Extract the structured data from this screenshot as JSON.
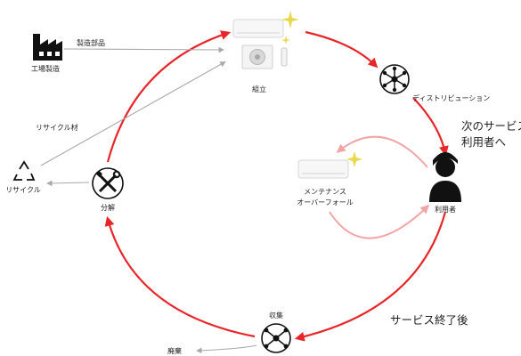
{
  "nodes": {
    "factory": {
      "label": "工場製造",
      "icon": "factory-icon"
    },
    "assembly": {
      "label": "組立",
      "icon": "air-conditioner-icon"
    },
    "distribution": {
      "label": "ディストリビューション",
      "icon": "hub-network-icon"
    },
    "user": {
      "label": "利用者",
      "icon": "user-icon"
    },
    "maintenance": {
      "label_line1": "メンテナンス",
      "label_line2": "オーバーフォール",
      "icon": "air-conditioner-icon"
    },
    "collection": {
      "label": "収集",
      "icon": "hub-network-icon"
    },
    "disassembly": {
      "label": "分解",
      "icon": "tools-icon"
    },
    "recycle": {
      "label": "リサイクル",
      "icon": "recycle-icon"
    },
    "disposal": {
      "label": "廃棄"
    }
  },
  "edges": {
    "parts": "製造部品",
    "recycled_material": "リサイクル材"
  },
  "annotations": {
    "next_user_line1": "次のサービス",
    "next_user_line2": "利用者へ",
    "end_of_service": "サービス終了後"
  },
  "colors": {
    "cycle_arrow": "#e8262a",
    "inner_arrow": "#f2a5a7",
    "gray_arrow": "#a9a9a9",
    "icon": "#111111",
    "sparkle": "#e9d84a"
  }
}
